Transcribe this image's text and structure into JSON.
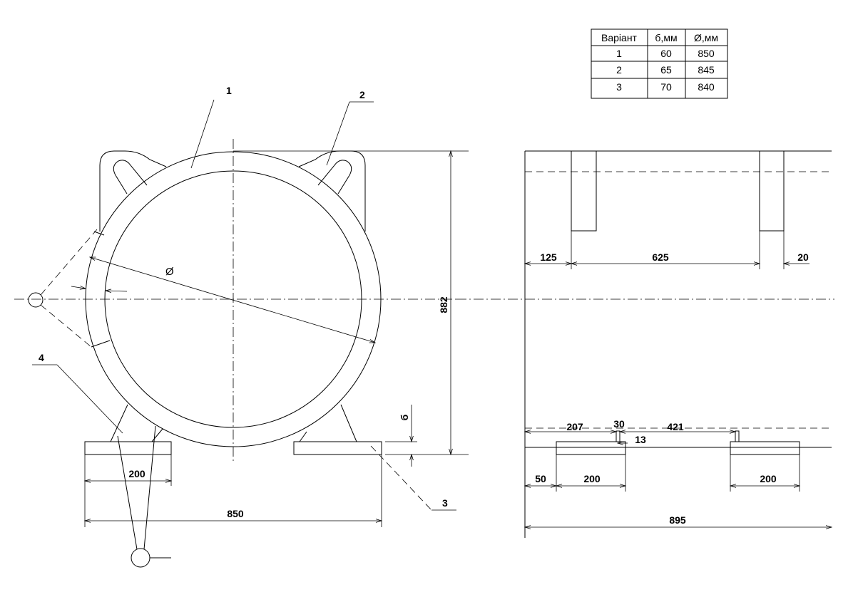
{
  "table": {
    "headers": [
      "Варіант",
      "б,мм",
      "Ø,мм"
    ],
    "rows": [
      [
        "1",
        "60",
        "850"
      ],
      [
        "2",
        "65",
        "845"
      ],
      [
        "3",
        "70",
        "840"
      ]
    ]
  },
  "callouts": {
    "part1": "1",
    "part2": "2",
    "part3": "3",
    "part4": "4"
  },
  "front_view": {
    "diameter_symbol": "Ø",
    "height_882": "882",
    "thickness_b": "б",
    "foot_width": "200",
    "overall_width": "850"
  },
  "side_view": {
    "dim_125": "125",
    "dim_625": "625",
    "dim_20": "20",
    "dim_207": "207",
    "dim_30": "30",
    "dim_421": "421",
    "dim_13": "13",
    "dim_50": "50",
    "dim_200_left": "200",
    "dim_200_right": "200",
    "dim_895": "895"
  }
}
